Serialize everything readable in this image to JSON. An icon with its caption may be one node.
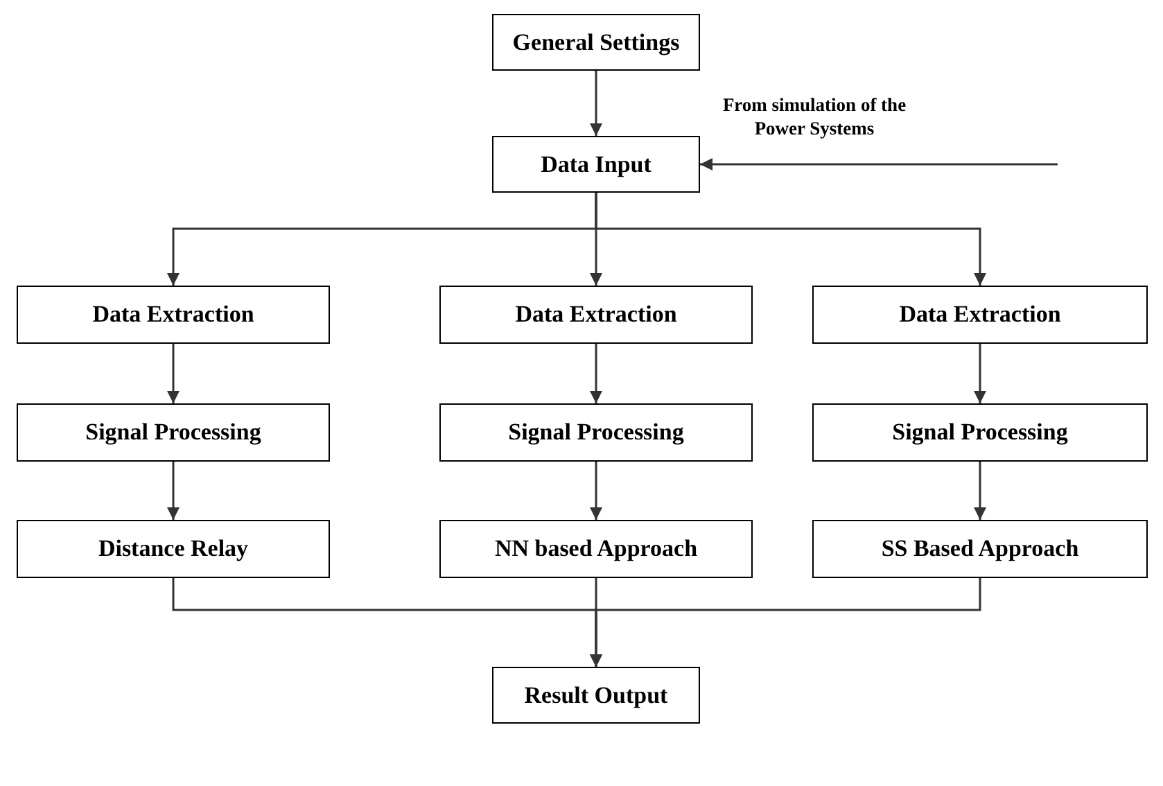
{
  "diagram": {
    "nodes": [
      {
        "text": [
          "General Settings"
        ]
      },
      {
        "text": [
          "Data Input"
        ]
      },
      {
        "text": [
          "Data Extraction"
        ]
      },
      {
        "text": [
          "Data Extraction"
        ]
      },
      {
        "text": [
          "Data Extraction"
        ]
      },
      {
        "text": [
          "Signal Processing"
        ]
      },
      {
        "text": [
          "Signal Processing"
        ]
      },
      {
        "text": [
          "Signal Processing"
        ]
      },
      {
        "text": [
          "Distance Relay"
        ]
      },
      {
        "text": [
          "NN based Approach"
        ]
      },
      {
        "text": [
          "SS Based Approach"
        ]
      },
      {
        "text": [
          "Result Output"
        ]
      }
    ],
    "edges": [
      {
        "from": 0,
        "to": 1,
        "arrow": "to"
      },
      {
        "from": null,
        "to": 1,
        "arrow": "to",
        "label": "From simulation of the Power Systems"
      },
      {
        "from": 1,
        "to": 2,
        "arrow": "to"
      },
      {
        "from": 1,
        "to": 3,
        "arrow": "to"
      },
      {
        "from": 1,
        "to": 4,
        "arrow": "to"
      },
      {
        "from": 2,
        "to": 5,
        "arrow": "to"
      },
      {
        "from": 3,
        "to": 6,
        "arrow": "to"
      },
      {
        "from": 4,
        "to": 7,
        "arrow": "to"
      },
      {
        "from": 5,
        "to": 8,
        "arrow": "to"
      },
      {
        "from": 6,
        "to": 9,
        "arrow": "to"
      },
      {
        "from": 7,
        "to": 10,
        "arrow": "to"
      },
      {
        "from": 8,
        "to": 11,
        "arrow": "to"
      },
      {
        "from": 9,
        "to": 11,
        "arrow": "to"
      },
      {
        "from": 10,
        "to": 11,
        "arrow": "to"
      }
    ]
  }
}
